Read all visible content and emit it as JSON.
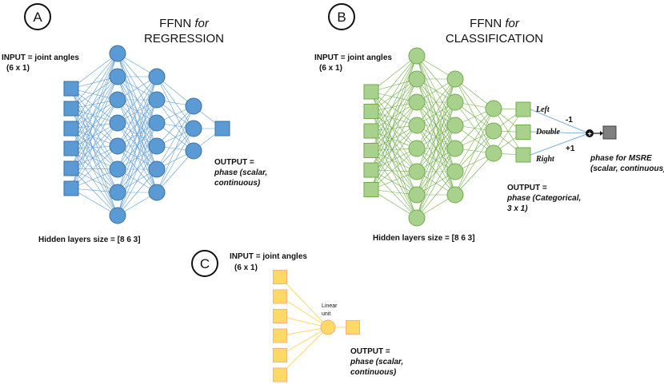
{
  "colors": {
    "blue_fill": "#5b9bd5",
    "blue_stroke": "#41719c",
    "green_fill": "#a9d18e",
    "green_stroke": "#70ad47",
    "yellow_fill": "#ffd966",
    "yellow_stroke": "#f4b183",
    "output_gray": "#808080"
  },
  "panel_a": {
    "badge": "A",
    "title_line1": "FFNN",
    "title_for": "for",
    "title_line2": "REGRESSION",
    "input_label_line1": "INPUT = joint angles",
    "input_label_line2": "(6 x 1)",
    "output_label_line1": "OUTPUT =",
    "output_label_line2": "phase (scalar,",
    "output_label_line3": "continuous)",
    "hidden_label": "Hidden layers size = [8 6 3]",
    "layers": [
      6,
      8,
      6,
      3,
      1
    ]
  },
  "panel_b": {
    "badge": "B",
    "title_line1": "FFNN",
    "title_for": "for",
    "title_line2": "CLASSIFICATION",
    "input_label_line1": "INPUT = joint angles",
    "input_label_line2": "(6 x 1)",
    "class_labels": [
      "Left",
      "Double",
      "Right"
    ],
    "weight_top": "-1",
    "weight_bottom": "+1",
    "sum_symbol": "+",
    "output_label_line1": "OUTPUT =",
    "output_label_line2": "phase (Categorical,",
    "output_label_line3": "3 x 1)",
    "msre_label_line1": "phase for MSRE",
    "msre_label_line2": "(scalar, continuous)",
    "hidden_label": "Hidden layers size = [8 6 3]",
    "layers": [
      6,
      8,
      6,
      3,
      3
    ]
  },
  "panel_c": {
    "badge": "C",
    "input_label_line1": "INPUT = joint angles",
    "input_label_line2": "(6 x 1)",
    "unit_label_line1": "Linear",
    "unit_label_line2": "unit",
    "output_label_line1": "OUTPUT =",
    "output_label_line2": "phase (scalar,",
    "output_label_line3": "continuous)",
    "layers": [
      6,
      1,
      1
    ]
  }
}
